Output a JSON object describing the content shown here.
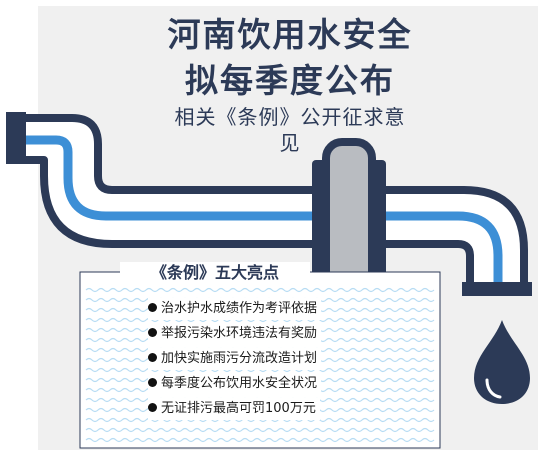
{
  "title_line1": "河南饮用水安全",
  "title_line2": "拟每季度公布",
  "subtitle": "相关《条例》公开征求意见",
  "panel": {
    "title": "《条例》五大亮点",
    "items": [
      "治水护水成绩作为考评依据",
      "举报污染水环境违法有奖励",
      "加快实施雨污分流改造计划",
      "每季度公布饮用水安全状况",
      "无证排污最高可罚100万元"
    ]
  },
  "colors": {
    "navy": "#2c3a57",
    "blue": "#3d8fd6",
    "joint": "#b9bcc1",
    "wave": "#b7dcf3"
  }
}
